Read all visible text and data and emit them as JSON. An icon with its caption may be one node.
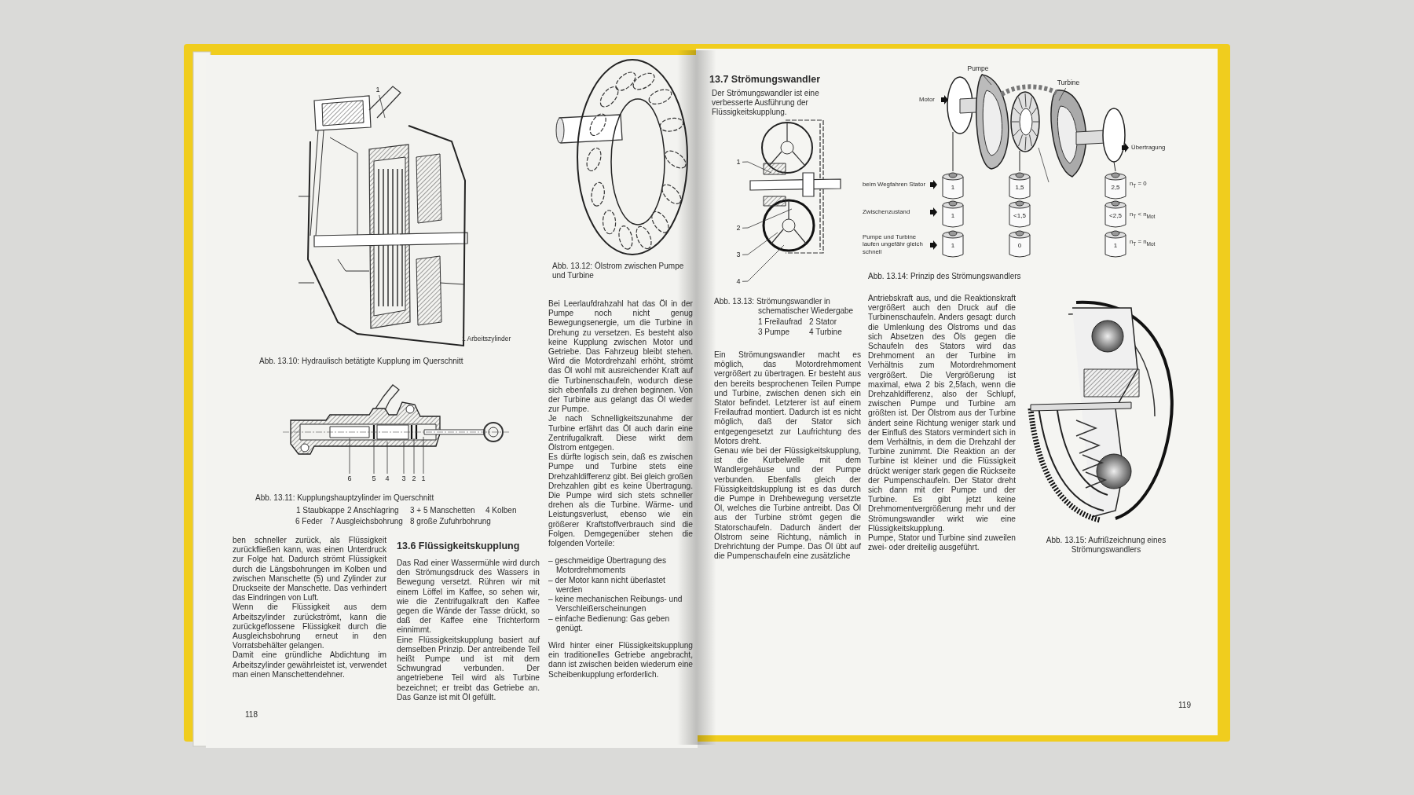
{
  "diagram": {
    "nodes": [
      {
        "text": [
          "1"
        ]
      },
      {
        "text": [
          "6"
        ]
      },
      {
        "text": [
          "5"
        ]
      },
      {
        "text": [
          "4"
        ]
      },
      {
        "text": [
          "3"
        ]
      },
      {
        "text": [
          "2"
        ]
      },
      {
        "text": [
          "1"
        ]
      },
      {
        "text": [
          "1"
        ]
      },
      {
        "text": [
          "2"
        ]
      },
      {
        "text": [
          "3"
        ]
      },
      {
        "text": [
          "4"
        ]
      },
      {
        "text": [
          "Pumpe"
        ]
      },
      {
        "text": [
          "Turbine"
        ]
      },
      {
        "text": [
          "1"
        ]
      },
      {
        "text": [
          "1,5"
        ]
      },
      {
        "text": [
          "2,5"
        ]
      },
      {
        "text": [
          "1"
        ]
      },
      {
        "text": [
          "<1,5"
        ]
      },
      {
        "text": [
          "<2,5"
        ]
      },
      {
        "text": [
          "1"
        ]
      },
      {
        "text": [
          "0"
        ]
      },
      {
        "text": [
          "1"
        ]
      }
    ],
    "edges": [
      {
        "from": 0,
        "to": null,
        "arrow": "none"
      },
      {
        "from": 1,
        "to": null,
        "arrow": "none"
      },
      {
        "from": 2,
        "to": null,
        "arrow": "none"
      },
      {
        "from": 3,
        "to": null,
        "arrow": "none"
      },
      {
        "from": 4,
        "to": null,
        "arrow": "none"
      },
      {
        "from": 5,
        "to": null,
        "arrow": "none"
      },
      {
        "from": 6,
        "to": null,
        "arrow": "none"
      },
      {
        "from": 7,
        "to": null,
        "arrow": "none"
      },
      {
        "from": 8,
        "to": null,
        "arrow": "none"
      },
      {
        "from": 9,
        "to": null,
        "arrow": "none"
      },
      {
        "from": 10,
        "to": null,
        "arrow": "none"
      },
      {
        "from": 11,
        "to": null,
        "arrow": "none"
      },
      {
        "from": 12,
        "to": null,
        "arrow": "none"
      }
    ],
    "labels": [
      "1 Arbeitszylinder",
      "Abb. 13.10: Hydraulisch betätigte Kupplung im Querschnitt",
      "Abb. 13.11: Kupplungshauptzylinder im Querschnitt",
      "1 Staubkappe",
      "2 Anschlagring",
      "3 + 5 Manschetten",
      "4 Kolben",
      "6 Feder",
      "7 Ausgleichsbohrung",
      "8 große Zufuhrbohrung",
      "ben schneller zurück, als Flüssigkeit zurückfließen kann, was einen Unterdruck zur Folge hat. Dadurch strömt Flüssigkeit durch die Längsbohrungen im Kolben und zwischen Manschette (5) und Zylinder zur Druckseite der Manschette. Das verhindert das Eindringen von Luft.",
      "Wenn die Flüssigkeit aus dem Arbeitszylinder zurückströmt, kann die zurückgeflossene Flüssigkeit durch die Ausgleichsbohrung erneut in den Vorratsbehälter gelangen.",
      "Damit eine gründliche Abdichtung im Arbeitszylinder gewährleistet ist, verwendet man einen Manschettendehner.",
      "13.6 Flüssigkeitskupplung",
      "Das Rad einer Wassermühle wird durch den Strömungsdruck des Wassers in Bewegung versetzt. Rühren wir mit einem Löffel im Kaffee, so sehen wir, wie die Zentrifugalkraft den Kaffee gegen die Wände der Tasse drückt, so daß der Kaffee eine Trichterform einnimmt.",
      "Eine Flüssigkeitskupplung basiert auf demselben Prinzip. Der antreibende Teil heißt Pumpe und ist mit dem Schwungrad verbunden. Der angetriebene Teil wird als Turbine bezeichnet; er treibt das Getriebe an. Das Ganze ist mit Öl gefüllt.",
      "118",
      "Abb. 13.12: Ölstrom zwischen Pumpe und Turbine",
      "Bei Leerlaufdrahzahl hat das Öl in der Pumpe noch nicht genug Bewegungsenergie, um die Turbine in Drehung zu versetzen. Es besteht also keine Kupplung zwischen Motor und Getriebe. Das Fahrzeug bleibt stehen. Wird die Motordrehzahl erhöht, strömt das Öl wohl mit ausreichender Kraft auf die Turbinenschaufeln, wodurch diese sich ebenfalls zu drehen beginnen. Von der Turbine aus gelangt das Öl wieder zur Pumpe.",
      "Je nach Schnelligkeitszunahme der Turbine erfährt das Öl auch darin eine Zentrifugalkraft. Diese wirkt dem Ölstrom entgegen.",
      "Es dürfte logisch sein, daß es zwischen Pumpe und Turbine stets eine Drehzahldifferenz gibt. Bei gleich großen Drehzahlen gibt es keine Übertragung. Die Pumpe wird sich stets schneller drehen als die Turbine. Wärme- und Leistungsverlust, ebenso wie ein größerer Kraftstoffverbrauch sind die Folgen. Demgegenüber stehen die folgenden Vorteile:",
      "– geschmeidige Übertragung des Motordrehmoments",
      "– der Motor kann nicht überlastet werden",
      "– keine mechanischen Reibungs- und Verschleißerscheinungen",
      "– einfache Bedienung: Gas geben genügt.",
      "Wird hinter einer Flüssigkeitskupplung ein traditionelles Getriebe angebracht, dann ist zwischen beiden wiederum eine Scheibenkupplung erforderlich.",
      "13.7 Strömungswandler",
      "Der Strömungswandler ist eine verbesserte Ausführung der Flüssigkeitskupplung.",
      "Abb. 13.13: Strömungswandler in schematischer Wiedergabe",
      "1 Freilaufrad",
      "2 Stator",
      "3 Pumpe",
      "4 Turbine",
      "Ein Strömungswandler macht es möglich, das Motordrehmoment vergrößert zu übertragen. Er besteht aus den bereits besprochenen Teilen Pumpe und Turbine, zwischen denen sich ein Stator befindet. Letzterer ist auf einem Freilaufrad montiert. Dadurch ist es nicht möglich, daß der Stator sich entgegengesetzt zur Laufrichtung des Motors dreht.",
      "Genau wie bei der Flüssigkeitskupplung, ist die Kurbelwelle mit dem Wandlergehäuse und der Pumpe verbunden. Ebenfalls gleich der Flüssigkeitdskupplung ist es das durch die Pumpe in Drehbewegung versetzte Öl, welches die Turbine antreibt. Das Öl aus der Turbine strömt gegen die Statorschaufeln. Dadurch ändert der Ölstrom seine Richtung, nämlich in Drehrichtung der Pumpe. Das Öl übt auf die Pumpenschaufeln eine zusätzliche",
      "Motor",
      "Übertragung",
      "beim Wegfahren Stator",
      "n$_{T}$ = 0",
      "Zwischenzustand",
      "n$_{T}$ < n$_{Mot}$",
      "Pumpe und Turbine laufen ungefähr gleich schnell",
      "n$_{T}$ = n$_{Mot}$",
      "Abb. 13.14: Prinzip des Strömungswandlers",
      "Antriebskraft aus, und die Reaktionskraft vergrößert auch den Druck auf die Turbinenschaufeln. Anders gesagt: durch die Umlenkung des Ölstroms und das sich Absetzen des Öls gegen die Schaufeln des Stators wird das Drehmoment an der Turbine im Verhältnis zum Motordrehmoment vergrößert. Die Vergrößerung ist maximal, etwa 2 bis 2,5fach, wenn die Drehzahldifferenz, also der Schlupf, zwischen Pumpe und Turbine am größten ist. Der Ölstrom aus der Turbine ändert seine Richtung weniger stark und der Einfluß des Stators vermindert sich in dem Verhältnis, in dem die Drehzahl der Turbine zunimmt. Die Reaktion an der Turbine ist kleiner und die Flüssigkeit drückt weniger stark gegen die Rückseite der Pumpenschaufeln. Der Stator dreht sich dann mit der Pumpe und der Turbine. Es gibt jetzt keine Drehmomentvergrößerung mehr und der Strömungswandler wirkt wie eine Flüssigkeitskupplung.",
      "Pumpe, Stator und Turbine sind zuweilen zwei- oder dreiteilig ausgeführt.",
      "Abb. 13.15: Aufrißzeichnung eines Strömungswandlers",
      "119"
    ]
  }
}
